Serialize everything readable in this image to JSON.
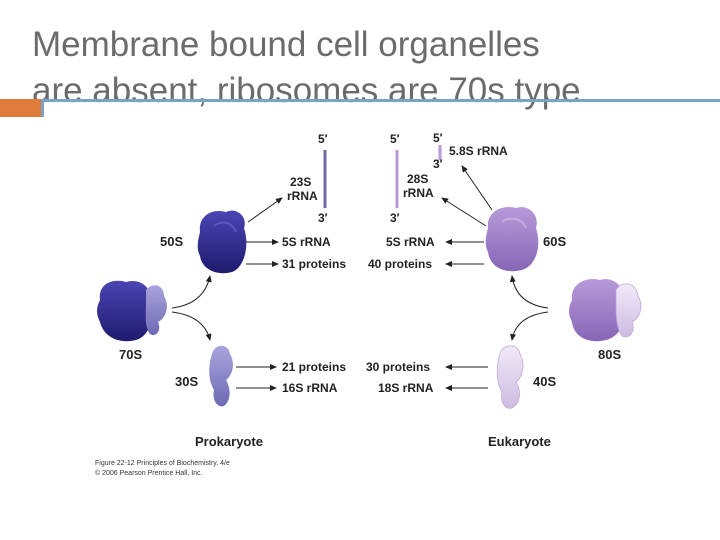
{
  "slide": {
    "title_line1": "Membrane bound cell organelles",
    "title_line2": "are absent, ribosomes are 70s type"
  },
  "figure": {
    "prokaryote": {
      "heading": "Prokaryote",
      "ribosome_70s": "70S",
      "large_subunit": "50S",
      "small_subunit": "30S",
      "rrna_23s": [
        "23S",
        "rRNA"
      ],
      "end_5": "5′",
      "end_3": "3′",
      "rrna_5s": "5S rRNA",
      "proteins_large": "31 proteins",
      "proteins_small": "21 proteins",
      "rrna_16s": "16S rRNA"
    },
    "eukaryote": {
      "heading": "Eukaryote",
      "ribosome_80s": "80S",
      "large_subunit": "60S",
      "small_subunit": "40S",
      "rrna_28s": [
        "28S",
        "rRNA"
      ],
      "rrna_58s": "5.8S rRNA",
      "end_5": "5′",
      "end_3": "3′",
      "rrna_5s": "5S rRNA",
      "proteins_large": "40 proteins",
      "proteins_small": "30 proteins",
      "rrna_18s": "18S rRNA"
    },
    "caption": [
      "Figure 22-12  Principles of Biochemistry, 4/e",
      "© 2006 Pearson Prentice Hall, Inc."
    ],
    "colors": {
      "prokaryote_large": "#2e2a8e",
      "prokaryote_small": "#8c86c9",
      "eukaryote_large": "#9b7cc4",
      "eukaryote_small": "#e2d6ee",
      "rna_line_prok": "#6f6aa8",
      "rna_line_euk": "#b79bd6"
    }
  }
}
